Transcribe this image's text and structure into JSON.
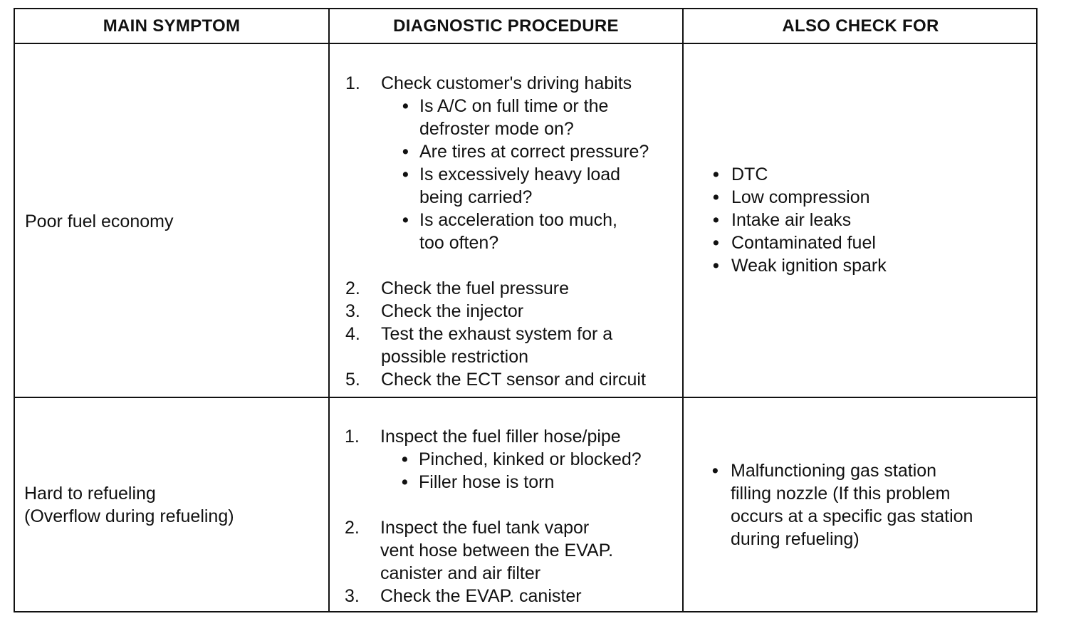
{
  "headers": {
    "symptom": "MAIN SYMPTOM",
    "procedure": "DIAGNOSTIC PROCEDURE",
    "also_check": "ALSO CHECK FOR"
  },
  "rows": [
    {
      "symptom": [
        "Poor fuel economy"
      ],
      "steps": [
        {
          "num": "1.",
          "lines": [
            "Check customer's driving habits"
          ],
          "subs": [
            [
              "Is A/C on full time or the",
              "defroster mode on?"
            ],
            [
              "Are tires at correct pressure?"
            ],
            [
              "Is excessively heavy load",
              "being carried?"
            ],
            [
              "Is acceleration too much,",
              "too often?"
            ]
          ]
        },
        {
          "num": "2.",
          "lines": [
            "Check the fuel pressure"
          ]
        },
        {
          "num": "3.",
          "lines": [
            "Check the injector"
          ]
        },
        {
          "num": "4.",
          "lines": [
            "Test the exhaust system for a",
            "possible restriction"
          ]
        },
        {
          "num": "5.",
          "lines": [
            "Check the ECT sensor and circuit"
          ]
        }
      ],
      "checks": [
        [
          "DTC"
        ],
        [
          "Low compression"
        ],
        [
          "Intake air leaks"
        ],
        [
          "Contaminated fuel"
        ],
        [
          "Weak ignition spark"
        ]
      ]
    },
    {
      "symptom": [
        "Hard to refueling",
        "(Overflow during refueling)"
      ],
      "steps": [
        {
          "num": "1.",
          "lines": [
            "Inspect the fuel filler hose/pipe"
          ],
          "subs": [
            [
              "Pinched, kinked or blocked?"
            ],
            [
              "Filler hose is torn"
            ]
          ]
        },
        {
          "num": "2.",
          "lines": [
            "Inspect the fuel tank vapor",
            "vent hose between the EVAP.",
            "canister and air filter"
          ]
        },
        {
          "num": "3.",
          "lines": [
            "Check the EVAP. canister"
          ]
        }
      ],
      "checks": [
        [
          "Malfunctioning gas station",
          "filling nozzle (If this problem",
          "occurs at a specific gas station",
          "during refueling)"
        ]
      ]
    }
  ]
}
